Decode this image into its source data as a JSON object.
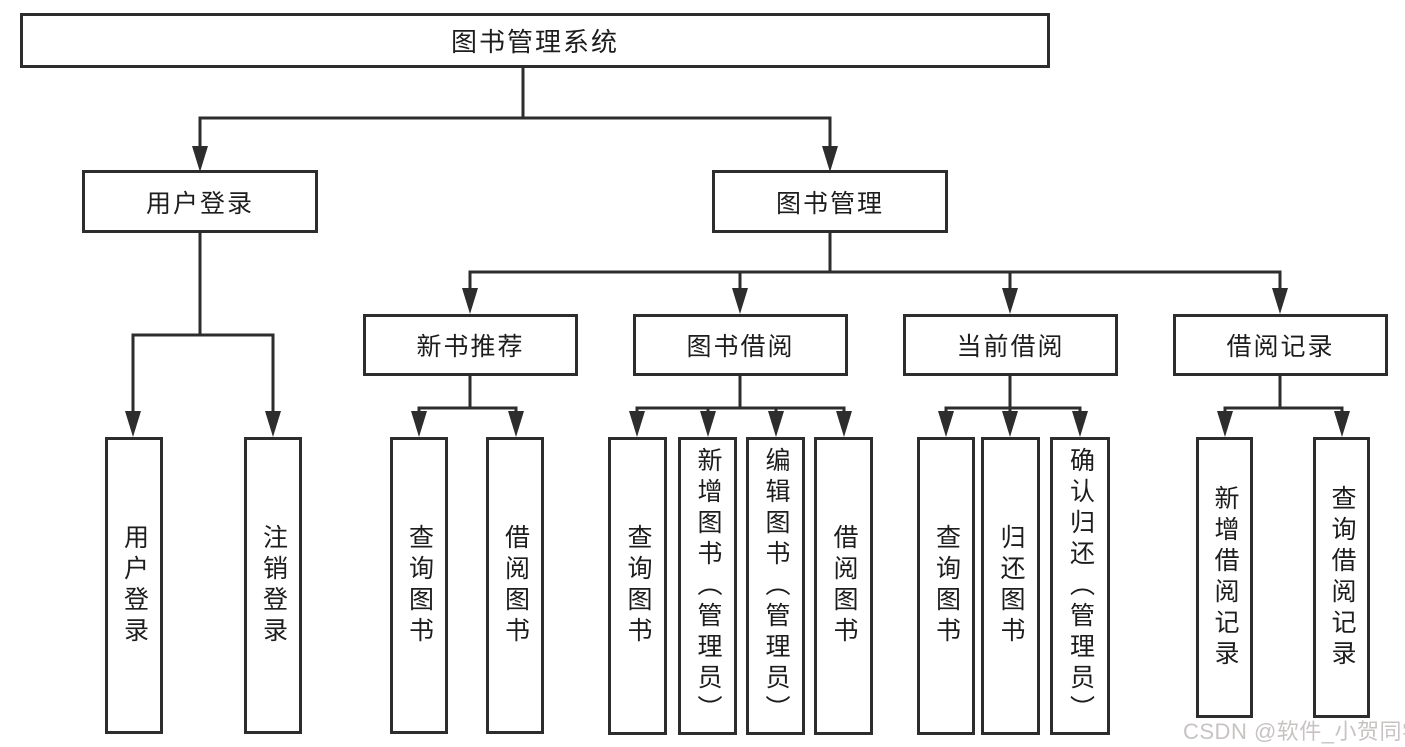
{
  "diagram": {
    "root": {
      "label": "图书管理系统"
    },
    "level2": [
      {
        "label": "用户登录"
      },
      {
        "label": "图书管理"
      }
    ],
    "level3": [
      {
        "label": "新书推荐"
      },
      {
        "label": "图书借阅"
      },
      {
        "label": "当前借阅"
      },
      {
        "label": "借阅记录"
      }
    ],
    "leaves": {
      "user_login": [
        "用户登录",
        "注销登录"
      ],
      "new_book_rec": [
        "查询图书",
        "借阅图书"
      ],
      "book_borrow": [
        "查询图书",
        "新增图书（管理员）",
        "编辑图书（管理员）",
        "借阅图书"
      ],
      "current_borrow": [
        "查询图书",
        "归还图书",
        "确认归还（管理员）"
      ],
      "borrow_records": [
        "新增借阅记录",
        "查询借阅记录"
      ]
    },
    "colors": {
      "line": "#2d2d2d",
      "text": "#1d1d1d",
      "box_background": "#ffffff",
      "watermark": "#c8c3c3"
    }
  },
  "watermark": {
    "text": "CSDN @软件_小贺同学"
  }
}
